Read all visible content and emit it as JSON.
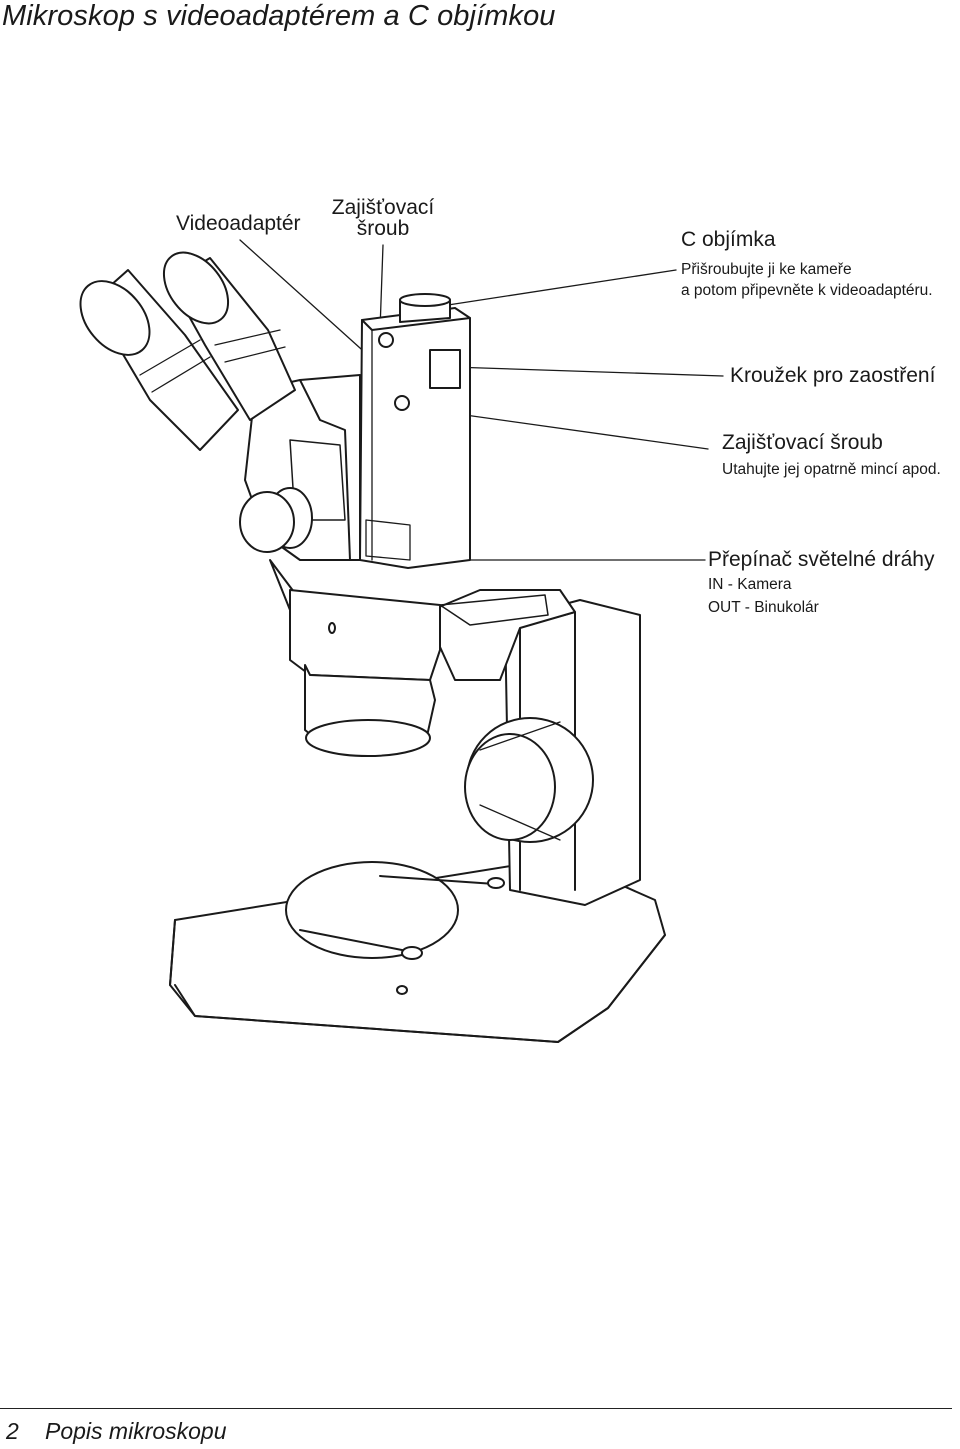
{
  "page": {
    "title": "Mikroskop s videoadaptérem a C objímkou",
    "footer": {
      "page_number": "2",
      "section": "Popis mikroskopu"
    }
  },
  "labels": {
    "videoadapter": "Videoadaptér",
    "lock_screw_top_line1": "Zajišťovací",
    "lock_screw_top_line2": "šroub",
    "c_mount": "C objímka",
    "c_mount_note_line1": "Přišroubujte ji ke kameře",
    "c_mount_note_line2": "a potom připevněte k videoadaptéru.",
    "focus_ring": "Kroužek pro zaostření",
    "lock_screw_side": "Zajišťovací šroub",
    "lock_screw_side_note": "Utahujte jej opatrně mincí apod.",
    "light_path_switch": "Přepínač světelné dráhy",
    "light_path_in": "IN - Kamera",
    "light_path_out": "OUT - Binukolár"
  }
}
